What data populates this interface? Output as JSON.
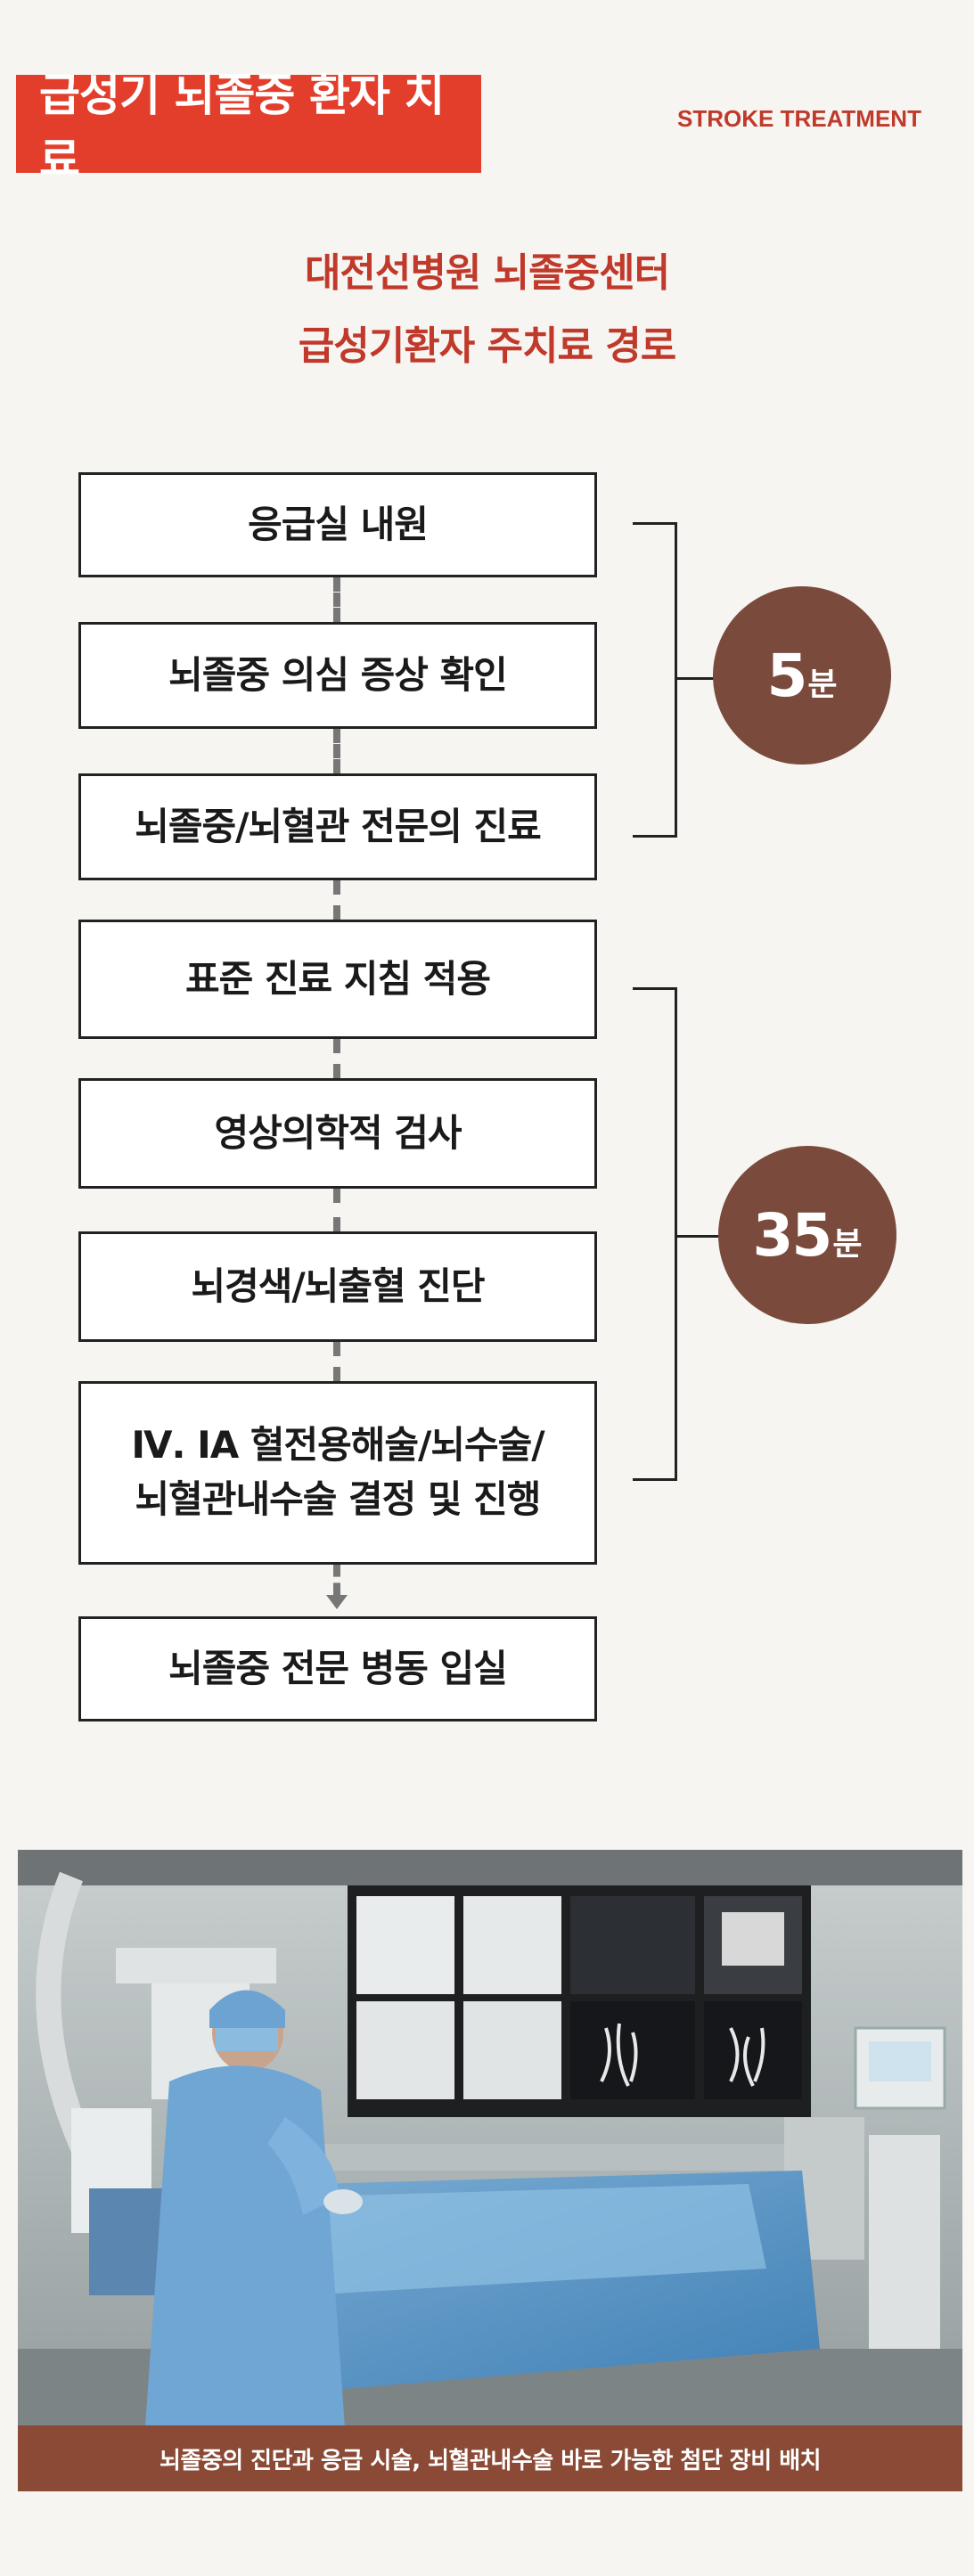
{
  "header": {
    "badge_text": "급성기 뇌졸중 환자 치료",
    "english_label": "STROKE TREATMENT"
  },
  "title": {
    "line1": "대전선병원 뇌졸중센터",
    "line2": "급성기환자 주치료 경로"
  },
  "steps": [
    {
      "label": "응급실 내원"
    },
    {
      "label": "뇌졸중 의심 증상 확인"
    },
    {
      "label": "뇌졸중/뇌혈관 전문의 진료"
    },
    {
      "label": "표준 진료 지침 적용"
    },
    {
      "label": "영상의학적 검사"
    },
    {
      "label": "뇌경색/뇌출혈 진단"
    },
    {
      "label_line1": "Ⅳ. IA 혈전용해술/뇌수술/",
      "label_line2": "뇌혈관내수술 결정 및 진행"
    },
    {
      "label": "뇌졸중 전문 병동 입실"
    }
  ],
  "time_markers": [
    {
      "number": "5",
      "unit": "분"
    },
    {
      "number": "35",
      "unit": "분"
    }
  ],
  "photo": {
    "caption": "뇌졸중의 진단과 응급 시술, 뇌혈관내수술 바로 가능한 첨단 장비 배치"
  },
  "colors": {
    "accent_red": "#e23e2b",
    "title_red": "#c0392b",
    "circle_brown": "#7a4a3c",
    "caption_brown": "#8a4a35"
  }
}
